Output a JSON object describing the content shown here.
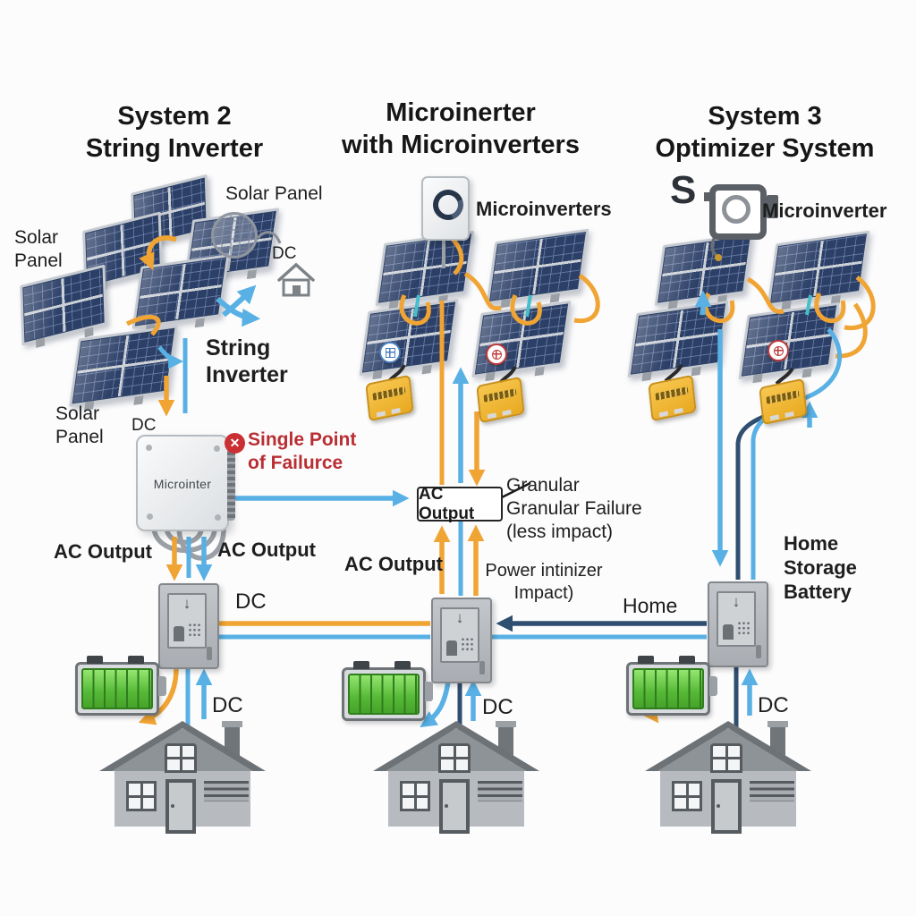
{
  "icons": {
    "failure_x": "✕",
    "breaker_down_arrow": "↓"
  },
  "columns": {
    "left": {
      "title_line1": "System 2",
      "title_line2": "String Inverter",
      "solar_panel_label_top": "Solar Panel",
      "solar_panel_label_right": "Solar Panel",
      "solar_panel_label_bottom": "Solar Panel",
      "dc_label_top": "DC",
      "dc_label_mid": "DC",
      "string_inverter_label": "String Inverter",
      "inverter_device_name": "Microinter",
      "failure_note": "Single Point of Failurce",
      "ac_output_label_left": "AC Output",
      "ac_output_label_right": "AC Output",
      "dc_bus_label": "DC",
      "dc_house_label": "DC"
    },
    "middle": {
      "title_line1": "Microinerter",
      "title_line2": "with Microinverters",
      "microinverters_label": "Microinverters",
      "ac_output_box_label": "AC Output",
      "granular_note": "Granular\nGranular Failure\n(less impact)",
      "ac_output_label": "AC Output",
      "power_note": "Power intinizer\nImpact)",
      "dc_house_label": "DC"
    },
    "right": {
      "title_line1": "System 3",
      "title_line2": "Optimizer System",
      "s_label": "S",
      "microinverter_label": "Microinverter",
      "home_label": "Home",
      "home_storage_label": "Home Storage Battery",
      "dc_house_label": "DC"
    }
  }
}
